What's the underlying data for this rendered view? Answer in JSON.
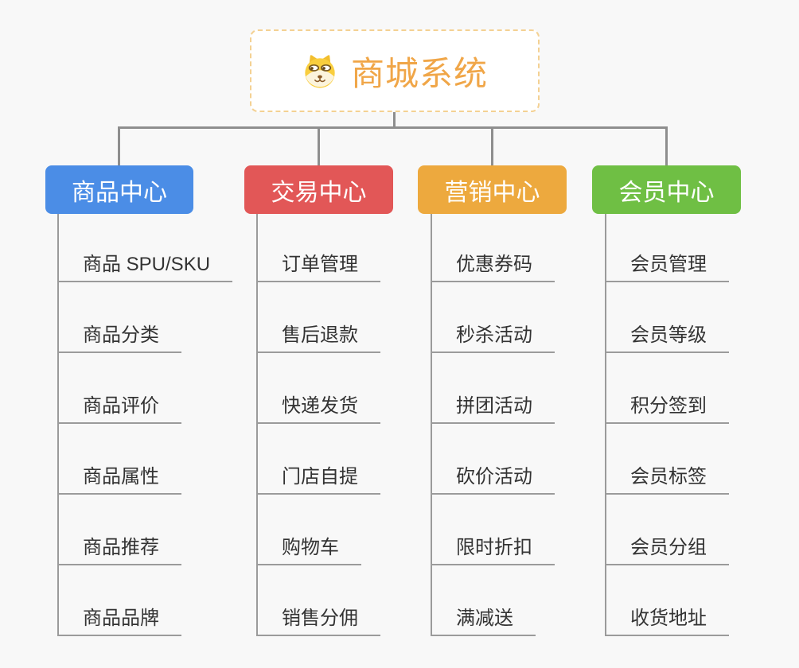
{
  "background_color": "#F8F8F8",
  "connector_color": "#8E8E8E",
  "underline_color": "#9B9B9B",
  "item_text_color": "#333333",
  "root": {
    "title": "商城系统",
    "icon": "shiba-dog-icon",
    "accent_color": "#F0A648",
    "border_color": "#F4D193"
  },
  "branches": [
    {
      "label": "商品中心",
      "color": "#4B8DE6",
      "items": [
        "商品 SPU/SKU",
        "商品分类",
        "商品评价",
        "商品属性",
        "商品推荐",
        "商品品牌"
      ]
    },
    {
      "label": "交易中心",
      "color": "#E25757",
      "items": [
        "订单管理",
        "售后退款",
        "快递发货",
        "门店自提",
        "购物车",
        "销售分佣"
      ]
    },
    {
      "label": "营销中心",
      "color": "#EDA93E",
      "items": [
        "优惠券码",
        "秒杀活动",
        "拼团活动",
        "砍价活动",
        "限时折扣",
        "满减送"
      ]
    },
    {
      "label": "会员中心",
      "color": "#6FBF44",
      "items": [
        "会员管理",
        "会员等级",
        "积分签到",
        "会员标签",
        "会员分组",
        "收货地址"
      ]
    }
  ]
}
